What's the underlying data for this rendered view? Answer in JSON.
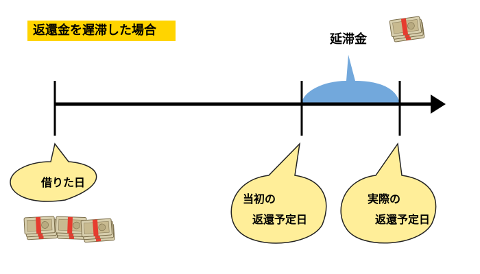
{
  "title": "返還金を遅滞した場合",
  "labels": {
    "late_fee": "延滞金",
    "borrow_day": "借りた日",
    "initial_due_line1": "当初の",
    "initial_due_line2": "返還予定日",
    "actual_due_line1": "実際の",
    "actual_due_line2": "返還予定日"
  },
  "icons": [
    "cash-bundle-icon"
  ],
  "colors": {
    "title_bg": "#ffd400",
    "bubble_fill": "#ffee99",
    "bubble_stroke": "#222222",
    "late_fee_area": "#72a8dc",
    "timeline": "#000000"
  }
}
